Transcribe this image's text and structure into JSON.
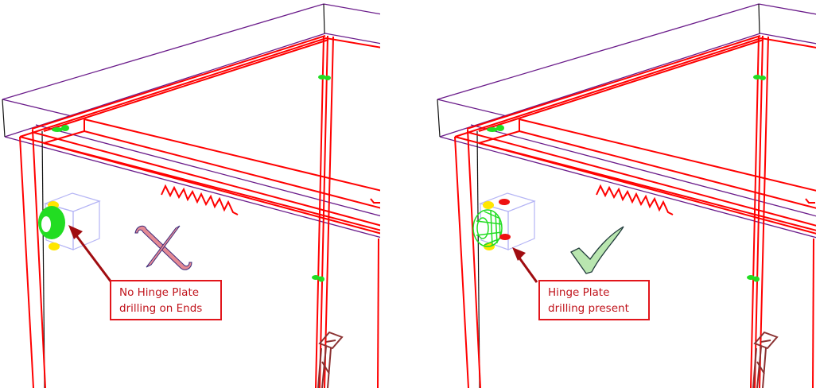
{
  "figure": {
    "panels": [
      {
        "id": "left",
        "status": "incorrect",
        "status_icon": "cross-mark-icon",
        "callout": {
          "line1": "No Hinge Plate",
          "line2": "drilling on Ends"
        },
        "hinge_plate_drilling_present": false
      },
      {
        "id": "right",
        "status": "correct",
        "status_icon": "check-mark-icon",
        "callout": {
          "line1": "Hinge Plate",
          "line2": "drilling present"
        },
        "hinge_plate_drilling_present": true
      }
    ],
    "colors": {
      "cabinet_outline": "#6a1b8a",
      "panel_edges": "#ff0000",
      "hinge_cup": "#22dd22",
      "dowels": "#ffe600",
      "drill_marks": "#ee1111",
      "callout_border": "#e2151b",
      "callout_text": "#c0141c",
      "arrow": "#a00c10",
      "cross_fill": "#e58a94",
      "check_fill": "#b9e6b0",
      "leg": "#8b3232"
    }
  }
}
